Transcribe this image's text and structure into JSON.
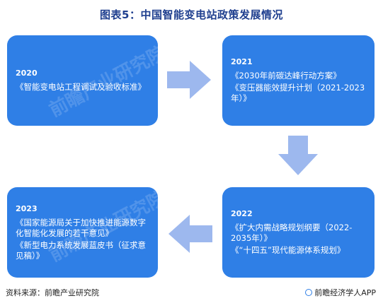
{
  "title": "图表5：中国智能变电站政策发展情况",
  "watermark": "前瞻产业研究院",
  "nodes": [
    {
      "year": "2020",
      "items": [
        "《智能变电站工程调试及验收标准》"
      ]
    },
    {
      "year": "2021",
      "items": [
        "《2030年前碳达峰行动方案》",
        "《变压器能效提升计划（2021-2023年）》"
      ]
    },
    {
      "year": "2022",
      "items": [
        "《扩大内需战略规划纲要（2022-2035年）》",
        "《“十四五”现代能源体系规划》"
      ]
    },
    {
      "year": "2023",
      "items": [
        "《国家能源局关于加快推进能源数字化智能化发展的若干意见》",
        "《新型电力系统发展蓝皮书（征求意见稿）》"
      ]
    }
  ],
  "footer": {
    "source": "资料来源：前瞻产业研究院",
    "brand": "前瞻经济学人APP"
  },
  "colors": {
    "box": "#2f7fe6",
    "arrow": "#9db8ee",
    "title": "#1f3f8f"
  }
}
